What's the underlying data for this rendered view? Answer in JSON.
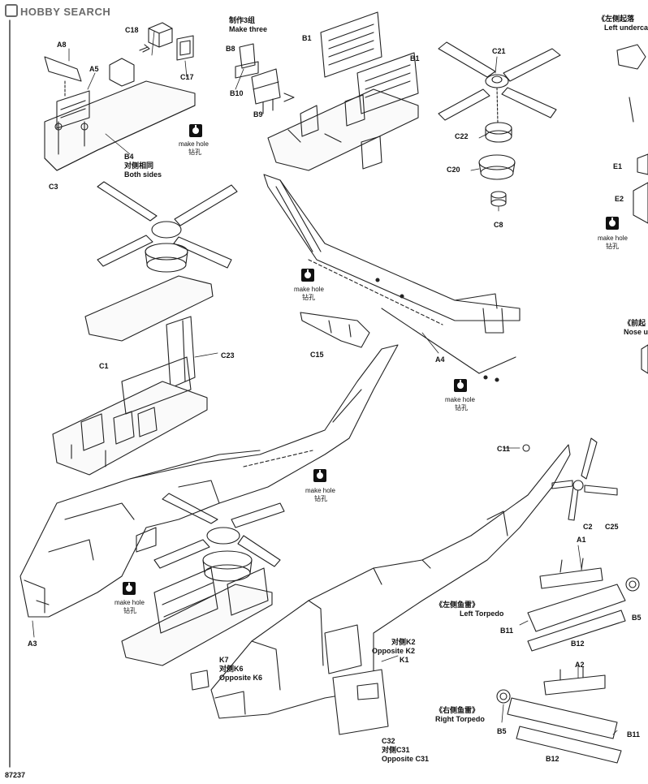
{
  "watermark": {
    "text": "HOBBY SEARCH"
  },
  "page_code": "87237",
  "colors": {
    "line": "#222222",
    "paper": "#ffffff",
    "watermark": "#6a6a6a"
  },
  "make_hole": {
    "en": "make hole",
    "cn": "钻孔"
  },
  "labels": {
    "c18": "C18",
    "c17": "C17",
    "a8": "A8",
    "a5": "A5",
    "b4": "B4",
    "both_sides_cn": "对侧相同",
    "both_sides_en": "Both sides",
    "c3": "C3",
    "make_three_cn": "制作3组",
    "make_three_en": "Make three",
    "b8": "B8",
    "b10": "B10",
    "b9": "B9",
    "b1_top": "B1",
    "b1_right": "B1",
    "c21": "C21",
    "c22": "C22",
    "c20": "C20",
    "c8": "C8",
    "c1": "C1",
    "c23": "C23",
    "c15": "C15",
    "a4": "A4",
    "c11": "C11",
    "c2": "C2",
    "c25": "C25",
    "a3": "A3",
    "k7": "K7",
    "opp_k6_cn": "对侧K6",
    "opp_k6_en": "Opposite K6",
    "k2_cn": "对侧K2",
    "k2_en": "Opposite K2",
    "k1": "K1",
    "c32": "C32",
    "opp_c31_cn": "对侧C31",
    "opp_c31_en": "Opposite C31",
    "a1": "A1",
    "a2": "A2",
    "b5_top": "B5",
    "b5_bottom": "B5",
    "b11_top": "B11",
    "b11_bottom": "B11",
    "b12_top": "B12",
    "b12_bottom": "B12",
    "e1": "E1",
    "e2": "E2"
  },
  "headings": {
    "left_undercarriage_cn": "《左侧起落",
    "left_undercarriage_en": "Left undercarri",
    "nose_cn": "《前起",
    "nose_en": "Nose un",
    "left_torpedo_cn": "《左侧鱼雷》",
    "left_torpedo_en": "Left Torpedo",
    "right_torpedo_cn": "《右侧鱼雷》",
    "right_torpedo_en": "Right Torpedo"
  }
}
